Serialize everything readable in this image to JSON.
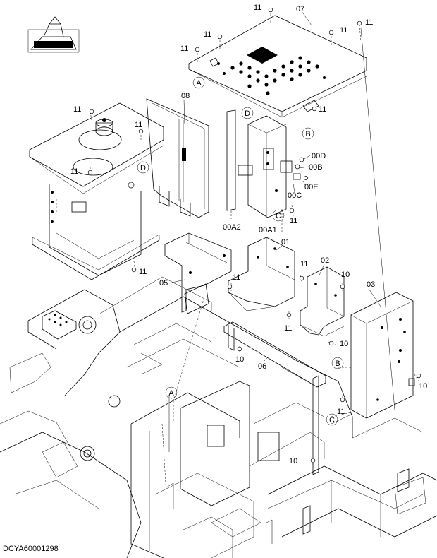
{
  "parts": {
    "p07": "07",
    "p08": "08",
    "p01": "01",
    "p02": "02",
    "p03": "03",
    "p05": "05",
    "p06": "06",
    "p00A1": "00A1",
    "p00A2": "00A2",
    "p00B": "00B",
    "p00C": "00C",
    "p00D": "00D",
    "p00E": "00E",
    "p10": "10",
    "p11": "11"
  },
  "refs": {
    "A": "A",
    "B": "B",
    "C": "C",
    "D": "D"
  },
  "drawing_code": "DCYA60001298"
}
